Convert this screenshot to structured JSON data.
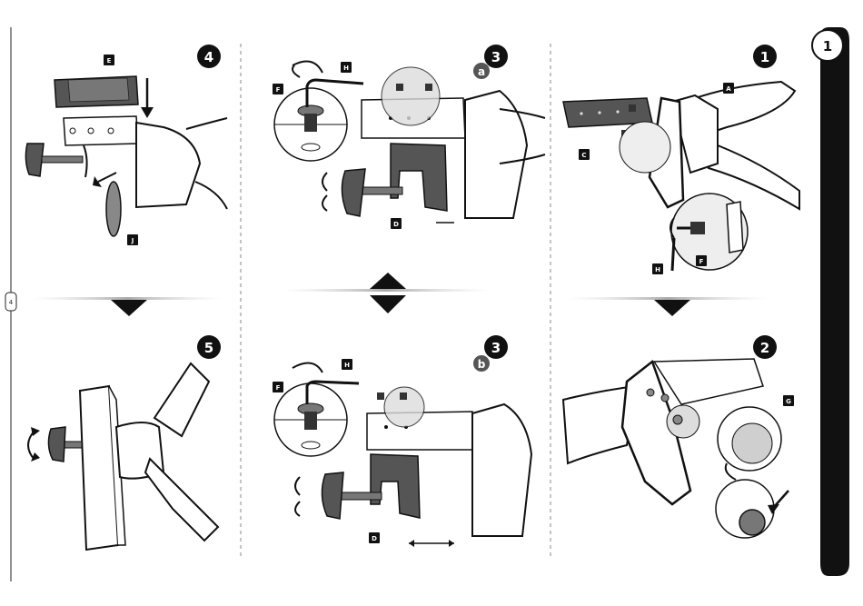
{
  "page_number": "4",
  "section_tab": "1",
  "steps": {
    "s1": "1",
    "s2": "2",
    "s3a": "3",
    "s3a_sub": "a",
    "s3b": "3",
    "s3b_sub": "b",
    "s4": "4",
    "s5": "5"
  },
  "parts": {
    "A": "A",
    "C": "C",
    "D": "D",
    "E": "E",
    "F": "F",
    "G": "G",
    "H": "H",
    "J": "J"
  },
  "colors": {
    "ink": "#111111",
    "part_fill": "#555555",
    "grey_light": "#e6e6e6",
    "grey_mid": "#bcbcbc",
    "divider": "#888888"
  }
}
